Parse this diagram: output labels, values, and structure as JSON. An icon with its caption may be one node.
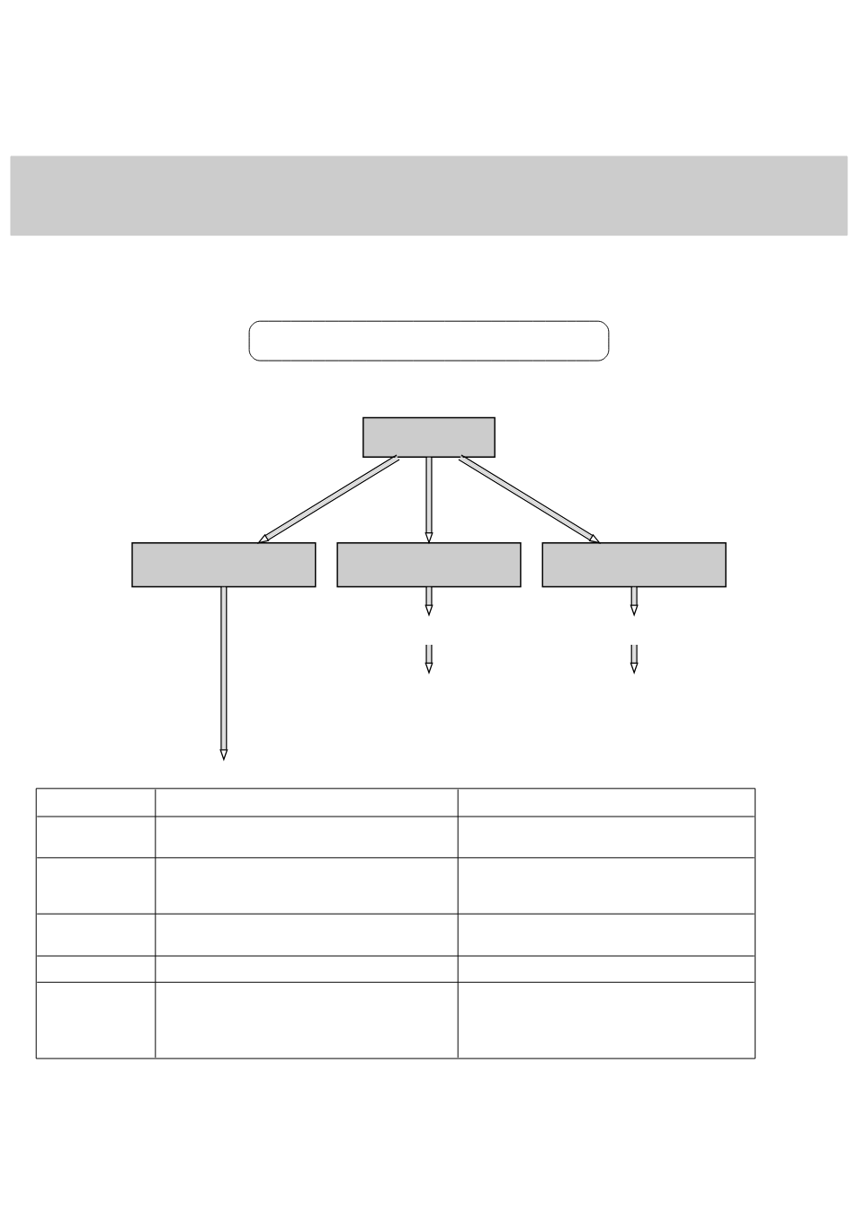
{
  "diagram": {
    "nodes": [
      {
        "text": [],
        "shape": "bar"
      },
      {
        "text": [],
        "shape": "box"
      },
      {
        "text": [],
        "shape": "box"
      },
      {
        "text": [],
        "shape": "box"
      },
      {
        "text": [],
        "shape": "box"
      },
      {
        "text": [],
        "shape": "box"
      },
      {
        "text": [],
        "shape": "table"
      }
    ],
    "edges": [
      {
        "from": 2,
        "to": 3,
        "arrow": "to"
      },
      {
        "from": 2,
        "to": 4,
        "arrow": "to"
      },
      {
        "from": 2,
        "to": 5,
        "arrow": "to"
      },
      {
        "from": 3,
        "to": null,
        "arrow": "to"
      },
      {
        "from": 4,
        "to": null,
        "arrow": "to"
      },
      {
        "from": 5,
        "to": null,
        "arrow": "to"
      }
    ]
  }
}
